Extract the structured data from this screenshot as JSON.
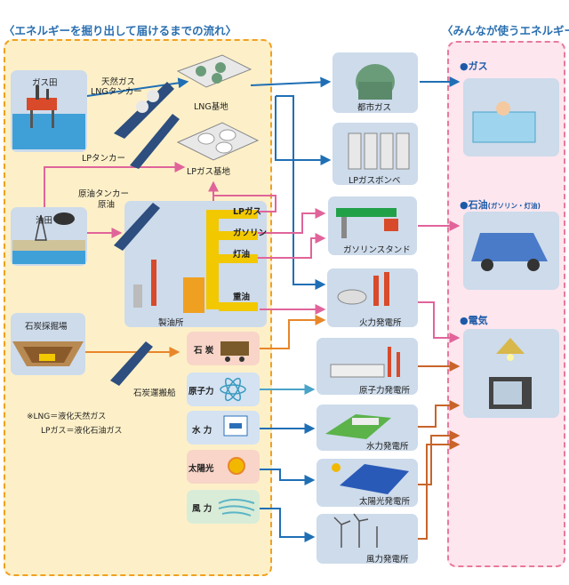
{
  "titles": {
    "left": "〈エネルギーを掘り出して届けるまでの流れ〉",
    "right": "〈みんなが使うエネルギー〉"
  },
  "sources": {
    "gas_field": "ガス田",
    "lng_tanker_line1": "天然ガス",
    "lng_tanker_line2": "LNGタンカー",
    "lng_base": "LNG基地",
    "lp_tanker": "LPタンカー",
    "lp_base": "LPガス基地",
    "crude_tanker_line1": "原油タンカー",
    "crude_tanker_line2": "原油",
    "oil_field": "油田",
    "refinery": "製油所",
    "coal_mine": "石炭採掘場",
    "coal_ship": "石炭運搬船"
  },
  "products": {
    "lpg": "LPガス",
    "gasoline": "ガソリン",
    "kerosene": "灯油",
    "heavy_oil": "重油"
  },
  "primary": {
    "coal": "石 炭",
    "nuclear": "原子力",
    "hydro": "水 力",
    "solar": "太陽光",
    "wind": "風 力"
  },
  "notes": {
    "lng": "※LNG＝液化天然ガス",
    "lpg": "LPガス＝液化石油ガス"
  },
  "facilities": {
    "city_gas": "都市ガス",
    "lpg_cylinder": "LPガスボンベ",
    "gas_station": "ガソリンスタンド",
    "thermal": "火力発電所",
    "nuclear": "原子力発電所",
    "hydro": "水力発電所",
    "solar": "太陽光発電所",
    "wind": "風力発電所"
  },
  "uses": {
    "gas": "ガス",
    "oil": "石油",
    "oil_sub": "(ガソリン・灯油)",
    "electricity": "電気",
    "bullet": "●"
  },
  "colors": {
    "gas_flow": "#1f6fb5",
    "oil_flow": "#e0649a",
    "electric_flow": "#c8642a",
    "coal_flow": "#e8862a",
    "nuclear_flow": "#4aa3c8",
    "refinery": "#f2c800"
  }
}
